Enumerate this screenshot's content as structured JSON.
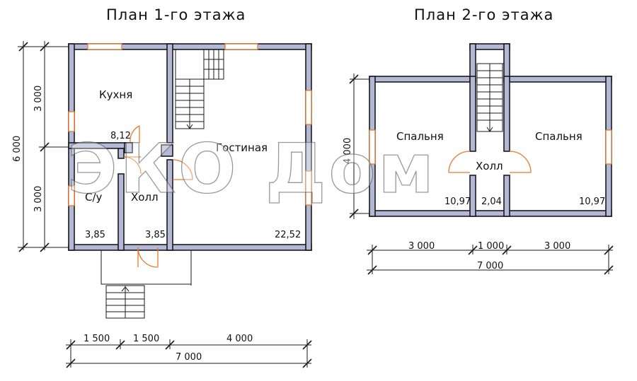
{
  "plan1": {
    "title": "План 1-го этажа",
    "rooms": {
      "kitchen": "Кухня",
      "living": "Гостиная",
      "bath": "С/у",
      "hall": "Холл"
    },
    "areas": {
      "kitchen": "8,12",
      "living": "22,52",
      "bath": "3,85",
      "hall": "3,85"
    },
    "dims_left": [
      "6 000",
      "3 000",
      "3 000"
    ],
    "dims_bottom": [
      "1 500",
      "1 500",
      "4 000",
      "7 000"
    ]
  },
  "plan2": {
    "title": "План 2-го этажа",
    "rooms": {
      "bedroom_left": "Спальня",
      "bedroom_right": "Спальня",
      "hall": "Холл"
    },
    "areas": {
      "bedroom_left": "10,97",
      "hall": "2,04",
      "bedroom_right": "10,97"
    },
    "dims_left": [
      "4 000"
    ],
    "dims_bottom": [
      "3 000",
      "1 000",
      "3 000",
      "7 000"
    ]
  },
  "watermark": "ЭКО Дом",
  "colors": {
    "wall": "#b2b8d6",
    "opening": "#e8782e",
    "line": "#1a1a1a"
  }
}
